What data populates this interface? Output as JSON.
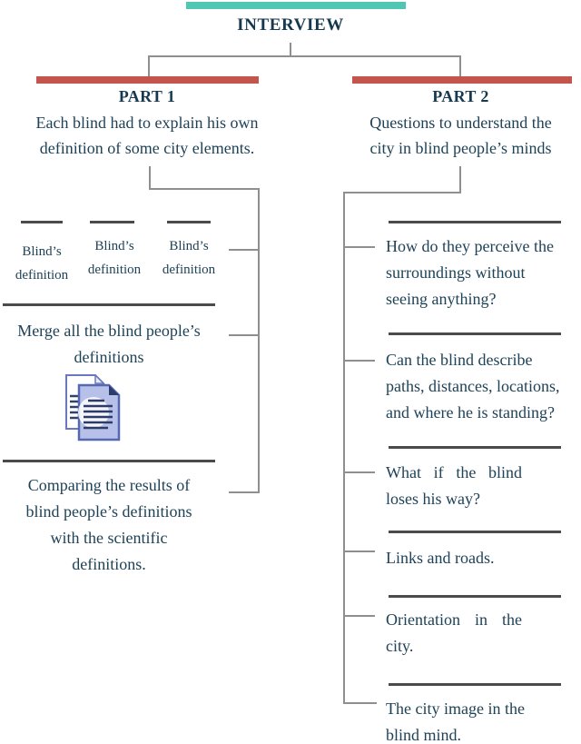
{
  "title": "INTERVIEW",
  "colors": {
    "teal_accent": "#4fc7b3",
    "red_accent": "#c4554c",
    "text_navy": "#1e4257",
    "divider_dark": "#4b4b4b",
    "connector_gray": "#8f8f8f",
    "icon_blue": "#5568b0"
  },
  "part1": {
    "label": "PART 1",
    "description": "Each blind had to explain his own definition of some city elements.",
    "blind_definitions": [
      "Blind’s definition",
      "Blind’s definition",
      "Blind’s definition"
    ],
    "merge": "Merge all the blind people’s definitions",
    "icon": "documents-icon",
    "compare": "Comparing the results of blind people’s definitions with the scientific definitions."
  },
  "part2": {
    "label": "PART 2",
    "description": "Questions to understand the city in blind people’s minds",
    "questions": [
      "How do they perceive the surroundings without seeing anything?",
      "Can the blind describe paths, distances, locations, and where he is standing?",
      "What if the blind loses his way?",
      "Links and roads.",
      "Orientation in the city.",
      "The city image in the blind mind."
    ]
  }
}
